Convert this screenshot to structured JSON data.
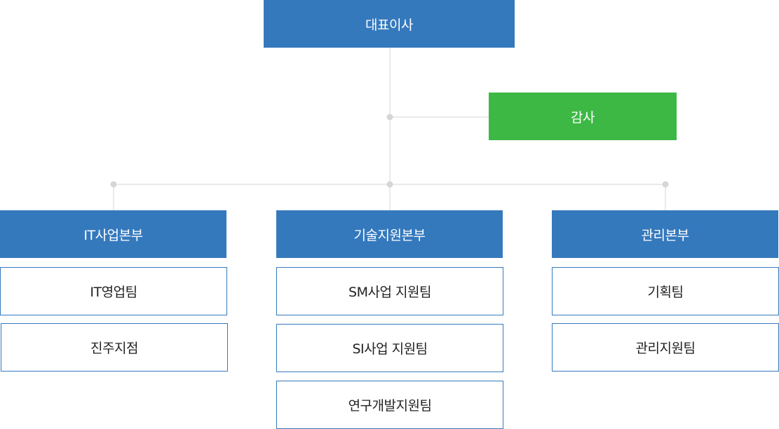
{
  "ceo": {
    "label": "대표이사"
  },
  "audit": {
    "label": "감사"
  },
  "divisions": [
    {
      "label": "IT사업본부",
      "teams": [
        "IT영업팀",
        "진주지점"
      ]
    },
    {
      "label": "기술지원본부",
      "teams": [
        "SM사업 지원팀",
        "SI사업 지원팀",
        "연구개발지원팀"
      ]
    },
    {
      "label": "관리본부",
      "teams": [
        "기획팀",
        "관리지원팀"
      ]
    }
  ],
  "colors": {
    "primary_blue": "#3579bd",
    "audit_green": "#3db845",
    "connector_gray": "#dddddd",
    "node_gray": "#d6d6d6"
  }
}
